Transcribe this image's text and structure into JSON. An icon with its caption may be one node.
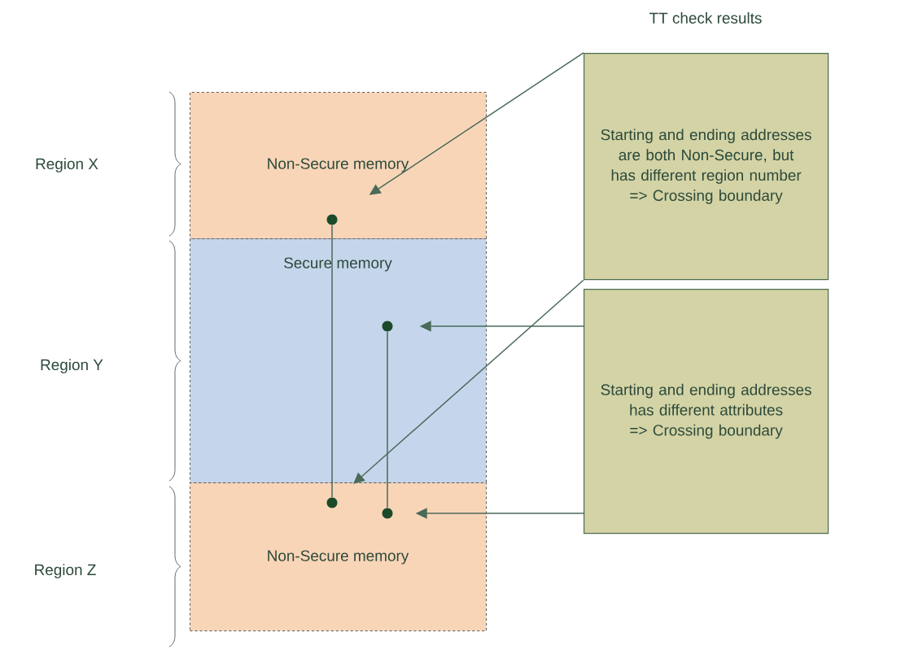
{
  "diagram": {
    "nodes": [
      {
        "text": [
          "Non-Secure memory"
        ]
      },
      {
        "text": [],
        "shape": "circle",
        "in": 0
      },
      {
        "text": [
          "Secure memory"
        ]
      },
      {
        "text": [],
        "shape": "circle",
        "in": 2
      },
      {
        "text": [
          "Non-Secure memory"
        ]
      },
      {
        "text": [],
        "shape": "circle",
        "in": 4
      },
      {
        "text": [],
        "shape": "circle",
        "in": 4
      },
      {
        "text": [
          "Starting and ending addresses are both Non-Secure, but has different region number => Crossing boundary"
        ]
      },
      {
        "text": [
          "Starting and ending addresses has different attributes => Crossing boundary"
        ]
      }
    ],
    "edges": [
      {
        "from": 1,
        "to": 5,
        "arrow": "none"
      },
      {
        "from": 3,
        "to": 6,
        "arrow": "none"
      },
      {
        "from": 7,
        "to": 1,
        "arrow": "to"
      },
      {
        "from": 7,
        "to": 5,
        "arrow": "to"
      },
      {
        "from": 8,
        "to": 3,
        "arrow": "to"
      },
      {
        "from": 8,
        "to": 6,
        "arrow": "to"
      }
    ],
    "labels": [
      "TT check results",
      "Region X",
      "Region Y",
      "Region Z"
    ]
  }
}
